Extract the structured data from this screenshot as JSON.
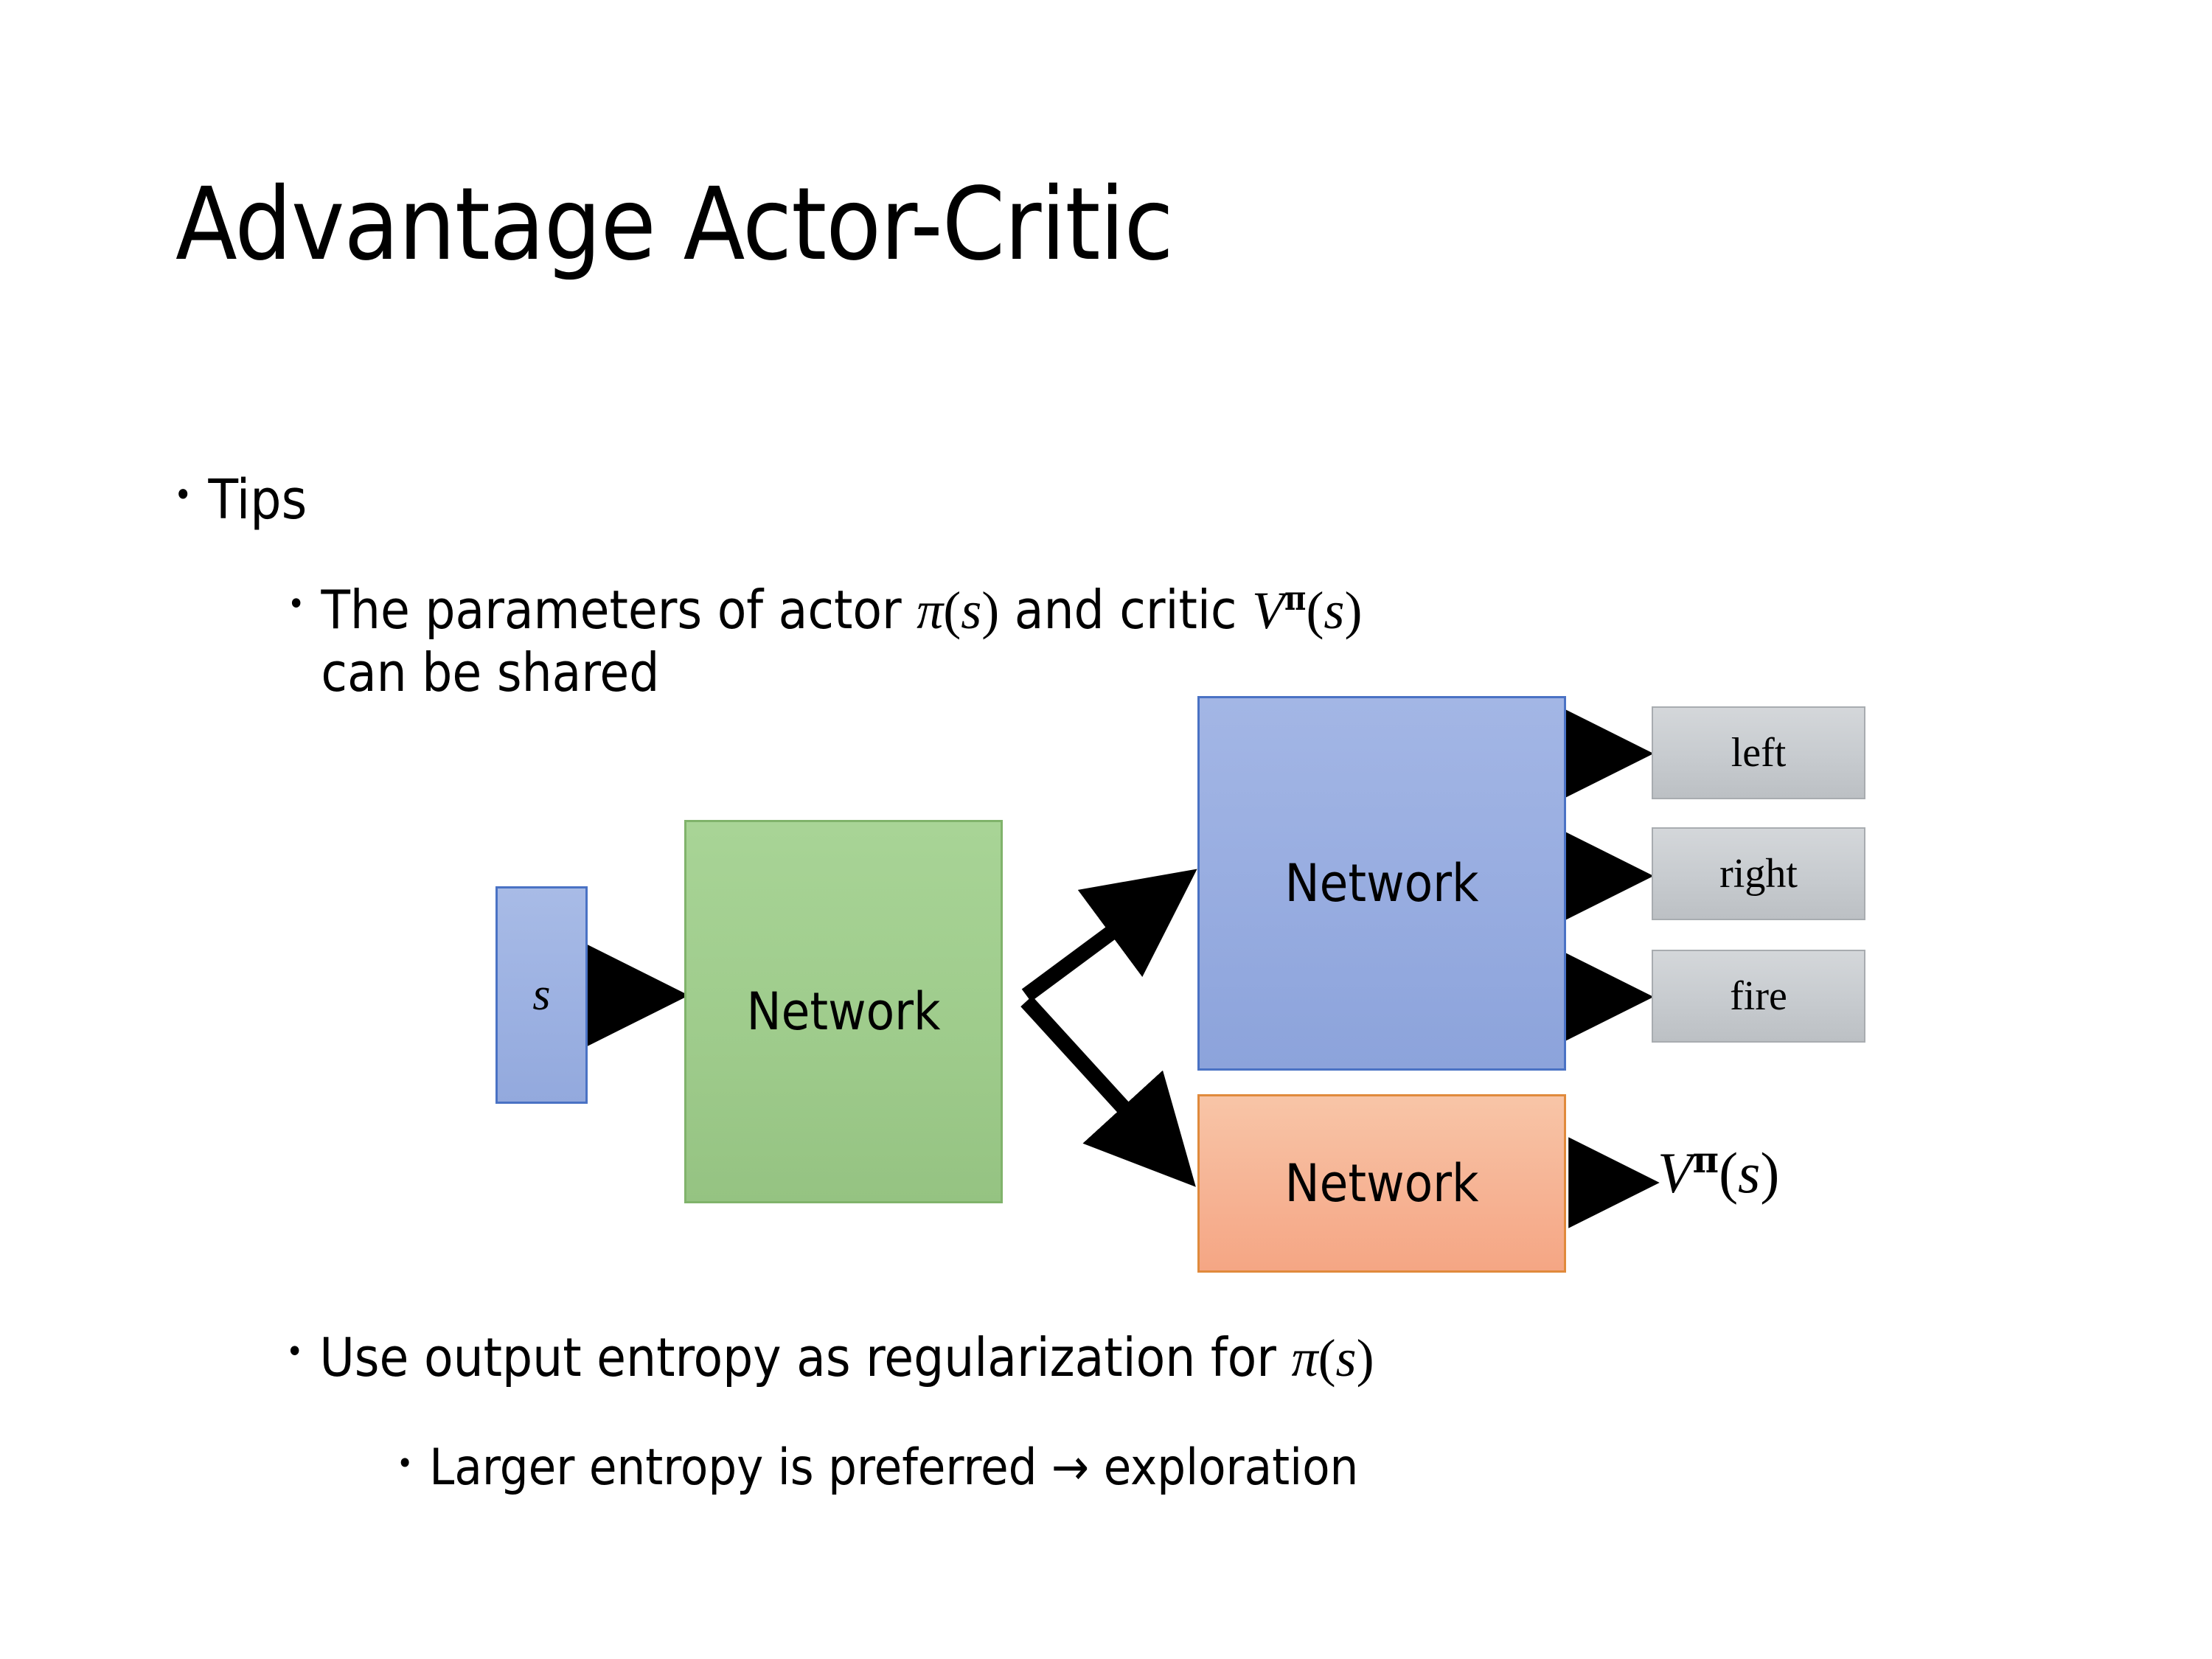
{
  "slide": {
    "title": "Advantage Actor-Critic",
    "bullets": {
      "tips": "Tips",
      "shared_params_pre": "The parameters of actor ",
      "shared_params_mid": "  and critic ",
      "shared_params_post": "",
      "shared_params_line2": "can be shared",
      "entropy_pre": "Use output entropy as regularization for ",
      "larger_entropy": "Larger entropy is preferred → exploration",
      "bullet_glyph": "•"
    },
    "math": {
      "pi_s": "π(s)",
      "pi_char": "π",
      "v_char": "V",
      "s_char": "s",
      "open_paren": "(",
      "close_paren": ")",
      "v_pi_s": "Vπ(s)"
    }
  },
  "diagram": {
    "type": "flow-diagram",
    "nodes": [
      {
        "id": "state",
        "label": "s",
        "kind": "input-box",
        "color": "#9cb1e2",
        "border": "#4a72c4"
      },
      {
        "id": "shared-net",
        "label": "Network",
        "kind": "network-box",
        "color": "#9ecb8b",
        "border": "#80b36b"
      },
      {
        "id": "actor-net",
        "label": "Network",
        "kind": "network-box",
        "color": "#97ace0",
        "border": "#4a72c4"
      },
      {
        "id": "critic-net",
        "label": "Network",
        "kind": "network-box",
        "color": "#f6b394",
        "border": "#e08a3c"
      },
      {
        "id": "action-left",
        "label": "left",
        "kind": "action-box",
        "color": "#c7cbcf",
        "border": "#a8acb0"
      },
      {
        "id": "action-right",
        "label": "right",
        "kind": "action-box",
        "color": "#c7cbcf",
        "border": "#a8acb0"
      },
      {
        "id": "action-fire",
        "label": "fire",
        "kind": "action-box",
        "color": "#c7cbcf",
        "border": "#a8acb0"
      },
      {
        "id": "value-output",
        "label": "Vπ(s)",
        "kind": "math-label",
        "color": "#000000",
        "border": ""
      }
    ],
    "edges": [
      {
        "from": "state",
        "to": "shared-net"
      },
      {
        "from": "shared-net",
        "to": "actor-net"
      },
      {
        "from": "shared-net",
        "to": "critic-net"
      },
      {
        "from": "actor-net",
        "to": "action-left"
      },
      {
        "from": "actor-net",
        "to": "action-right"
      },
      {
        "from": "actor-net",
        "to": "action-fire"
      },
      {
        "from": "critic-net",
        "to": "value-output"
      }
    ]
  },
  "colors": {
    "background": "#ffffff",
    "text": "#000000",
    "blue": "#9cb1e2",
    "green": "#9ecb8b",
    "orange": "#f6b394",
    "gray": "#c7cbcf"
  }
}
